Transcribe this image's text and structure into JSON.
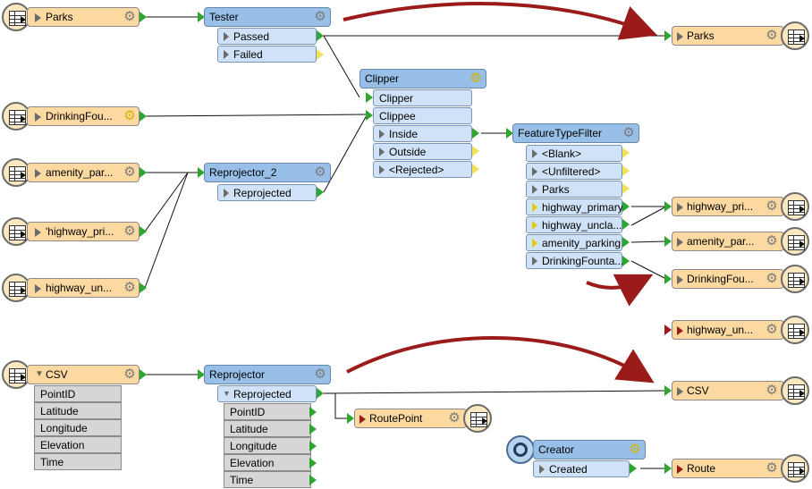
{
  "readers": [
    {
      "id": "parks",
      "label": "Parks"
    },
    {
      "id": "drinking",
      "label": "DrinkingFou..."
    },
    {
      "id": "amenity",
      "label": "amenity_par..."
    },
    {
      "id": "highway_pri",
      "label": "'highway_pri..."
    },
    {
      "id": "highway_un",
      "label": "highway_un..."
    },
    {
      "id": "csv",
      "label": "CSV",
      "attributes": [
        "PointID",
        "Latitude",
        "Longitude",
        "Elevation",
        "Time"
      ]
    }
  ],
  "transformers": {
    "tester": {
      "title": "Tester",
      "ports": [
        "Passed",
        "Failed"
      ]
    },
    "clipper": {
      "title": "Clipper",
      "inputs": [
        "Clipper",
        "Clippee"
      ],
      "ports": [
        "Inside",
        "Outside",
        "<Rejected>"
      ]
    },
    "reprojector2": {
      "title": "Reprojector_2",
      "ports": [
        "Reprojected"
      ]
    },
    "feature_filter": {
      "title": "FeatureTypeFilter",
      "ports": [
        "<Blank>",
        "<Unfiltered>",
        "Parks",
        "highway_primary",
        "highway_uncla...",
        "amenity_parking",
        "DrinkingFounta..."
      ]
    },
    "reprojector": {
      "title": "Reprojector",
      "ports": [
        "Reprojected"
      ],
      "attributes": [
        "PointID",
        "Latitude",
        "Longitude",
        "Elevation",
        "Time"
      ]
    },
    "creator": {
      "title": "Creator",
      "ports": [
        "Created"
      ]
    }
  },
  "writers": [
    {
      "id": "w_parks",
      "label": "Parks"
    },
    {
      "id": "w_highway_pri",
      "label": "highway_pri..."
    },
    {
      "id": "w_amenity",
      "label": "amenity_par..."
    },
    {
      "id": "w_drinking",
      "label": "DrinkingFou..."
    },
    {
      "id": "w_highway_un",
      "label": "highway_un..."
    },
    {
      "id": "w_csv",
      "label": "CSV"
    },
    {
      "id": "w_route",
      "label": "Route"
    },
    {
      "id": "w_routepoint",
      "label": "RoutePoint"
    }
  ],
  "colors": {
    "reader": "#fbd9a0",
    "transformer": "#97bfe8",
    "port": "#cfe2f7",
    "connection": "#000000",
    "annotation_arrow": "#9b1b1b",
    "input_port": "#2fa52f",
    "unconnected_port": "#f1e35a"
  }
}
